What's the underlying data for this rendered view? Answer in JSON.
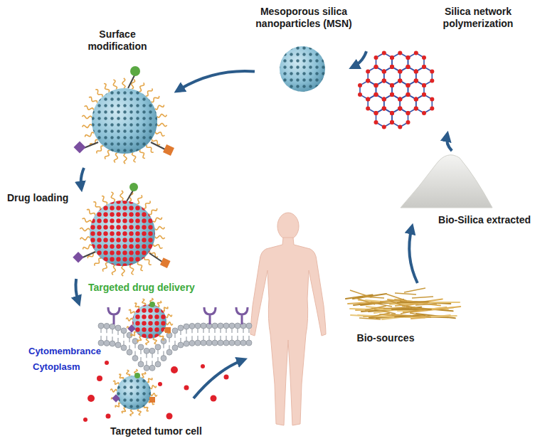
{
  "diagram": {
    "nodes": [
      {
        "text": [
          "Bio-sources"
        ]
      },
      {
        "text": [
          "Bio-Silica extracted"
        ]
      },
      {
        "text": [
          "Silica network polymerization"
        ]
      },
      {
        "text": [
          "Mesoporous silica nanoparticles (MSN)"
        ]
      },
      {
        "text": [
          "Surface modification"
        ]
      },
      {
        "text": [
          "Drug loading"
        ]
      },
      {
        "text": [
          "Targeted tumor cell"
        ]
      }
    ],
    "edges": [
      {
        "from": 0,
        "to": 1,
        "arrow": "to"
      },
      {
        "from": 1,
        "to": 2,
        "arrow": "to"
      },
      {
        "from": 2,
        "to": 3,
        "arrow": "to"
      },
      {
        "from": 3,
        "to": 4,
        "arrow": "to"
      },
      {
        "from": 4,
        "to": 5,
        "arrow": "to"
      },
      {
        "from": 5,
        "to": 6,
        "label": "Targeted drug delivery",
        "arrow": "to"
      }
    ],
    "labels": [
      "Cytomembrance",
      "Cytoplasm"
    ]
  }
}
